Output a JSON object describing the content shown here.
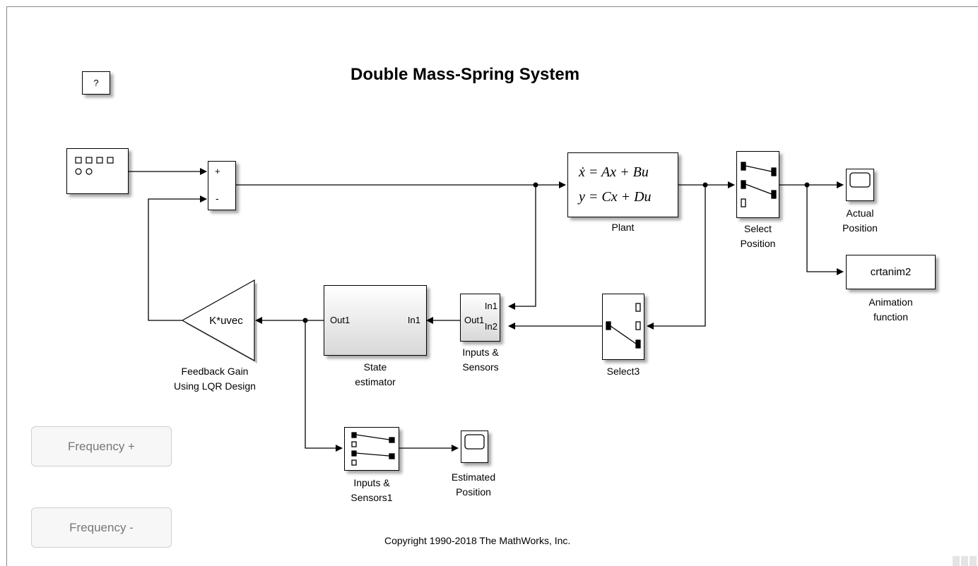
{
  "diagram": {
    "title": "Double Mass-Spring System",
    "help_label": "?",
    "copyright": "Copyright 1990-2018 The MathWorks, Inc.",
    "buttons": {
      "freq_plus": "Frequency +",
      "freq_minus": "Frequency -"
    },
    "sum": {
      "plus": "+",
      "minus": "-"
    },
    "plant": {
      "eq1": "ẋ = Ax + Bu",
      "eq2": "y = Cx + Du",
      "label": "Plant"
    },
    "select_position": {
      "label_line1": "Select",
      "label_line2": "Position"
    },
    "actual_position": {
      "label_line1": "Actual",
      "label_line2": "Position"
    },
    "animation": {
      "block_text": "crtanim2",
      "label_line1": "Animation",
      "label_line2": "function"
    },
    "gain": {
      "block_text": "K*uvec",
      "label_line1": "Feedback Gain",
      "label_line2": "Using LQR Design"
    },
    "state_estimator": {
      "out_port": "Out1",
      "in_port": "In1",
      "label_line1": "State",
      "label_line2": "estimator"
    },
    "inputs_sensors": {
      "in1": "In1",
      "in2": "In2",
      "out1": "Out1",
      "label_line1": "Inputs &",
      "label_line2": "Sensors"
    },
    "select3": {
      "label": "Select3"
    },
    "inputs_sensors1": {
      "label_line1": "Inputs &",
      "label_line2": "Sensors1"
    },
    "estimated_position": {
      "label_line1": "Estimated",
      "label_line2": "Position"
    }
  }
}
